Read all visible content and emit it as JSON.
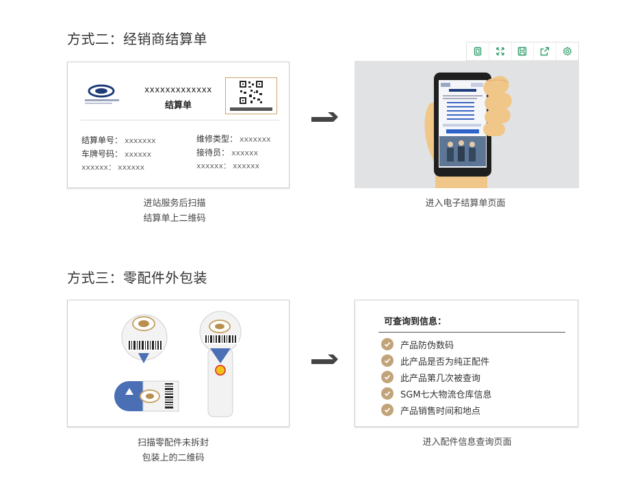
{
  "section2": {
    "title": "方式二：经销商结算单",
    "receipt": {
      "code": "xxxxxxxxxxxxx",
      "name": "结算单",
      "fields": [
        {
          "label": "结算单号：",
          "value": "xxxxxxx"
        },
        {
          "label": "车牌号码：",
          "value": "xxxxxx"
        },
        {
          "label": "xxxxxx：",
          "value": "xxxxxx"
        },
        {
          "label": "维修类型：",
          "value": "xxxxxxx"
        },
        {
          "label": "接待员：",
          "value": "xxxxxx"
        },
        {
          "label": "xxxxxx：",
          "value": "xxxxxx"
        }
      ]
    },
    "caption_left": [
      "进站服务后扫描",
      "结算单上二维码"
    ],
    "caption_right": "进入电子结算单页面"
  },
  "toolbar": {
    "icons": [
      "copy-icon",
      "fullscreen-icon",
      "save-icon",
      "share-icon",
      "settings-icon"
    ]
  },
  "section3": {
    "title": "方式三：零配件外包装",
    "caption_left": [
      "扫描零配件未拆封",
      "包装上的二维码"
    ],
    "info": {
      "title": "可查询到信息：",
      "items": [
        "产品防伪数码",
        "此产品是否为纯正配件",
        "此产品第几次被查询",
        "SGM七大物流仓库信息",
        "产品销售时间和地点"
      ]
    },
    "caption_right": "进入配件信息查询页面"
  },
  "colors": {
    "check": "#c2a47b",
    "toolbar_icon": "#2e9e6a",
    "arrow": "#444444",
    "hand": "#f1c689"
  }
}
